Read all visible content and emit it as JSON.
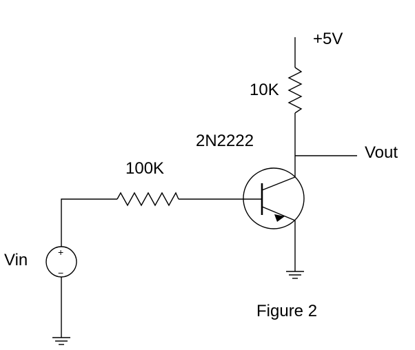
{
  "diagram": {
    "supply_label": "+5V",
    "collector_resistor_label": "10K",
    "transistor_label": "2N2222",
    "base_resistor_label": "100K",
    "output_label": "Vout",
    "input_label": "Vin",
    "source_plus": "+",
    "source_minus": "−",
    "caption": "Figure 2"
  },
  "colors": {
    "ink": "#000000",
    "background": "#ffffff"
  }
}
